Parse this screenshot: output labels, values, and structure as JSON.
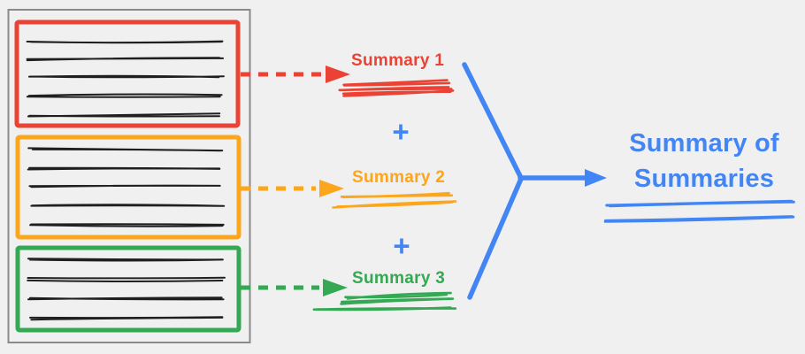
{
  "colors": {
    "background": "#f0f0f0",
    "red": "#EA4335",
    "orange": "#FBA61C",
    "green": "#34A853",
    "blue": "#4285F4",
    "ink": "#1f1f1f",
    "document_border": "#8a8a8a"
  },
  "document": {
    "chunks": [
      {
        "color_name": "red",
        "text_lines": 5,
        "summary_label": "Summary 1"
      },
      {
        "color_name": "orange",
        "text_lines": 5,
        "summary_label": "Summary 2"
      },
      {
        "color_name": "green",
        "text_lines": 4,
        "summary_label": "Summary 3"
      }
    ]
  },
  "operators": {
    "plus": "+"
  },
  "final_summary": {
    "label": "Summary of Summaries"
  }
}
